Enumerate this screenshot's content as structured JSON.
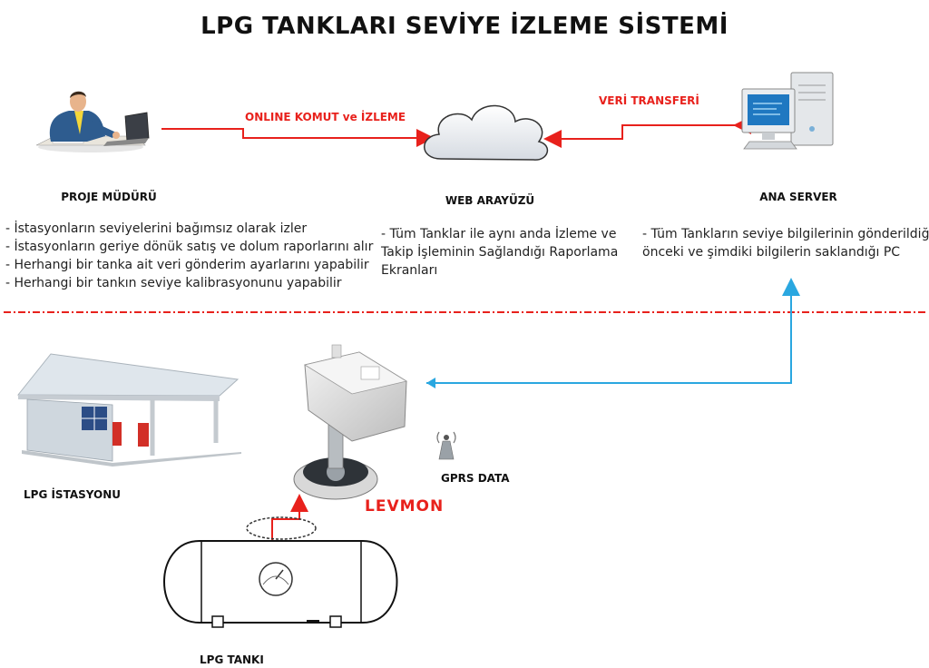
{
  "title": "LPG TANKLARI SEVİYE İZLEME SİSTEMİ",
  "nodes": {
    "manager": {
      "label": "PROJE MÜDÜRÜ",
      "items": [
        "- İstasyonların seviyelerini bağımsız olarak izler",
        "- İstasyonların geriye dönük satış ve dolum raporlarını alır",
        "- Herhangi bir tanka ait veri gönderim ayarlarını yapabilir",
        "- Herhangi bir tankın seviye kalibrasyonunu yapabilir"
      ]
    },
    "web": {
      "label": "WEB ARAYÜZÜ",
      "description": [
        "- Tüm Tanklar ile aynı anda İzleme ve",
        "Takip İşleminin Sağlandığı Raporlama",
        "Ekranları"
      ]
    },
    "server": {
      "label": "ANA SERVER",
      "description": [
        "- Tüm Tankların seviye bilgilerinin gönderildiği,",
        "önceki ve şimdiki bilgilerin saklandığı PC"
      ]
    },
    "station": {
      "label": "LPG İSTASYONU"
    },
    "levmon": {
      "label": "LEVMON"
    },
    "gprs": {
      "label": "GPRS DATA"
    },
    "tank": {
      "label": "LPG TANKI"
    }
  },
  "flows": {
    "online": "ONLINE KOMUT ve İZLEME",
    "transfer": "VERİ TRANSFERİ"
  },
  "colors": {
    "link_red": "#e8211c",
    "gprs_blue": "#2aa7e0",
    "divider_red": "#e8211c"
  },
  "icons": [
    "person-at-computer-icon",
    "cloud-icon",
    "desktop-computer-icon",
    "gas-station-icon",
    "level-sensor-icon",
    "antenna-icon",
    "tank-icon"
  ]
}
